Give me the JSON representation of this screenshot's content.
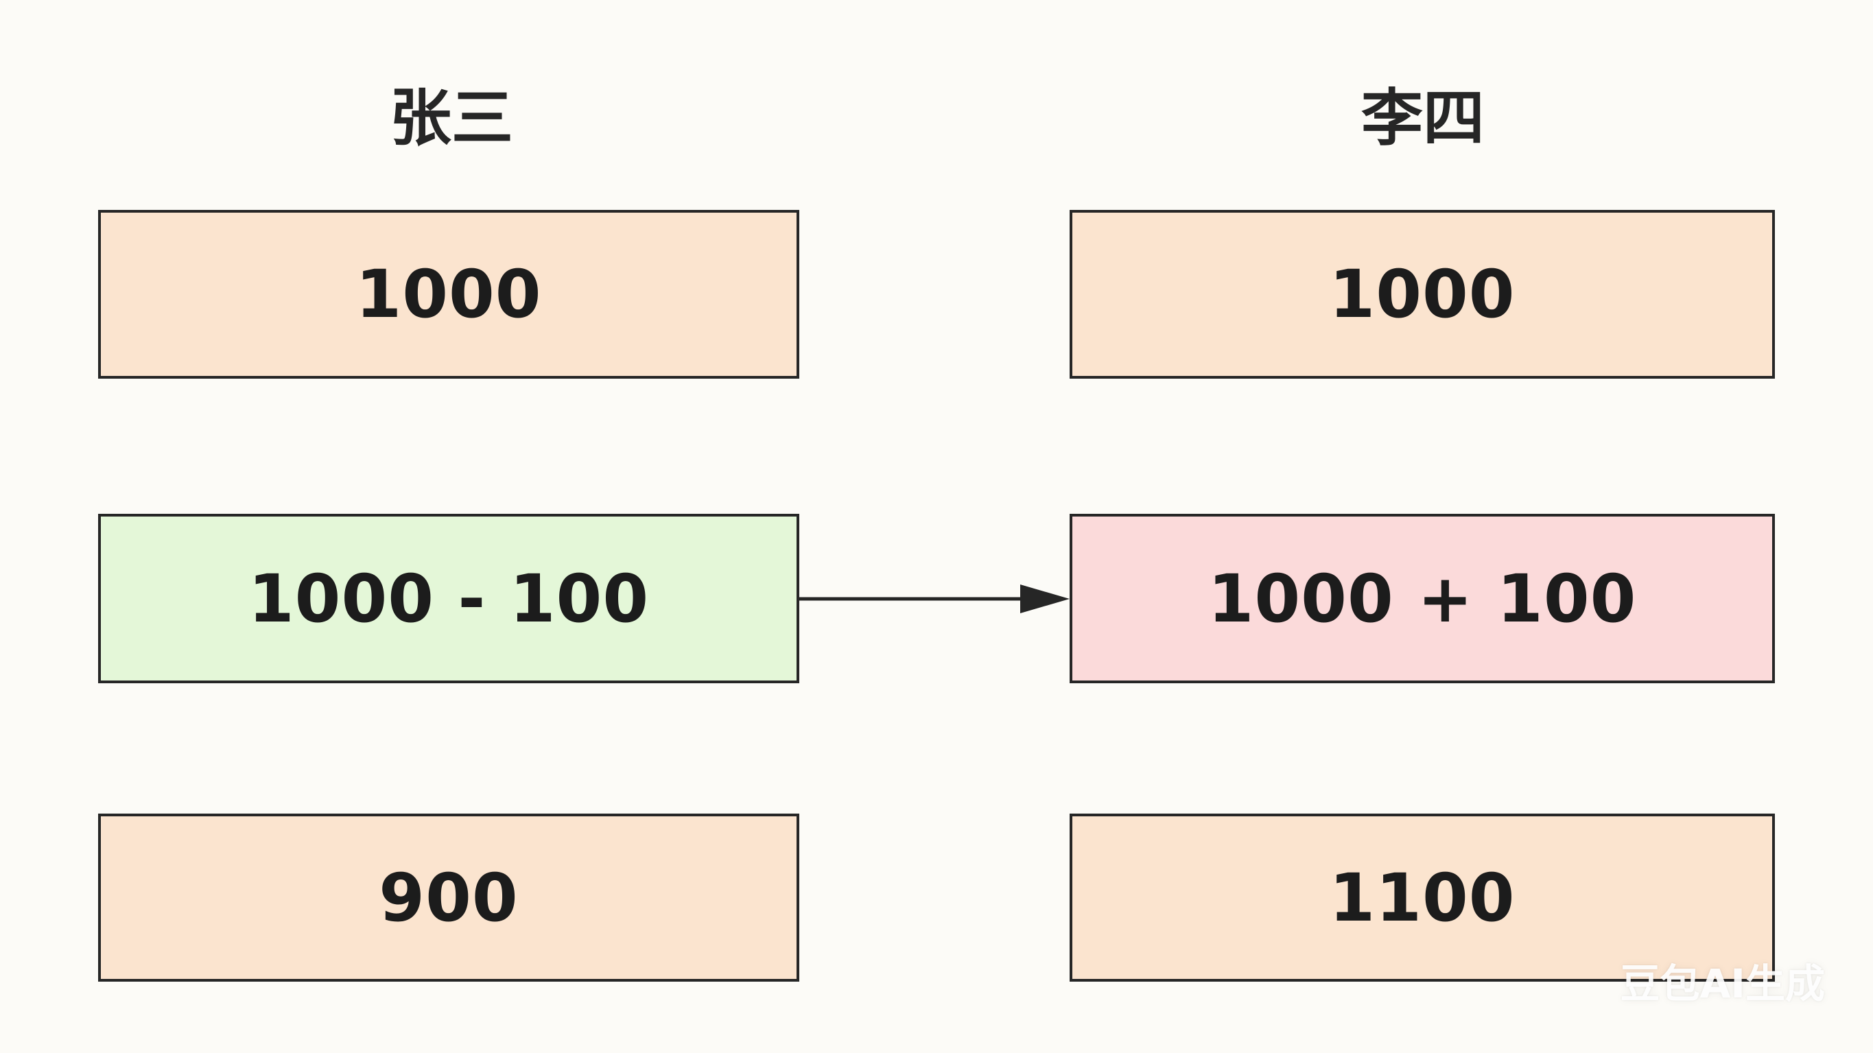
{
  "columns": {
    "left": {
      "heading": "张三",
      "boxes": [
        "1000",
        "1000 - 100",
        "900"
      ]
    },
    "right": {
      "heading": "李四",
      "boxes": [
        "1000",
        "1000 + 100",
        "1100"
      ]
    }
  },
  "colors": {
    "peach": "#fbe4cf",
    "green": "#e4f7d8",
    "pink": "#fbdada",
    "border": "#262626"
  },
  "watermark": "豆包AI生成"
}
